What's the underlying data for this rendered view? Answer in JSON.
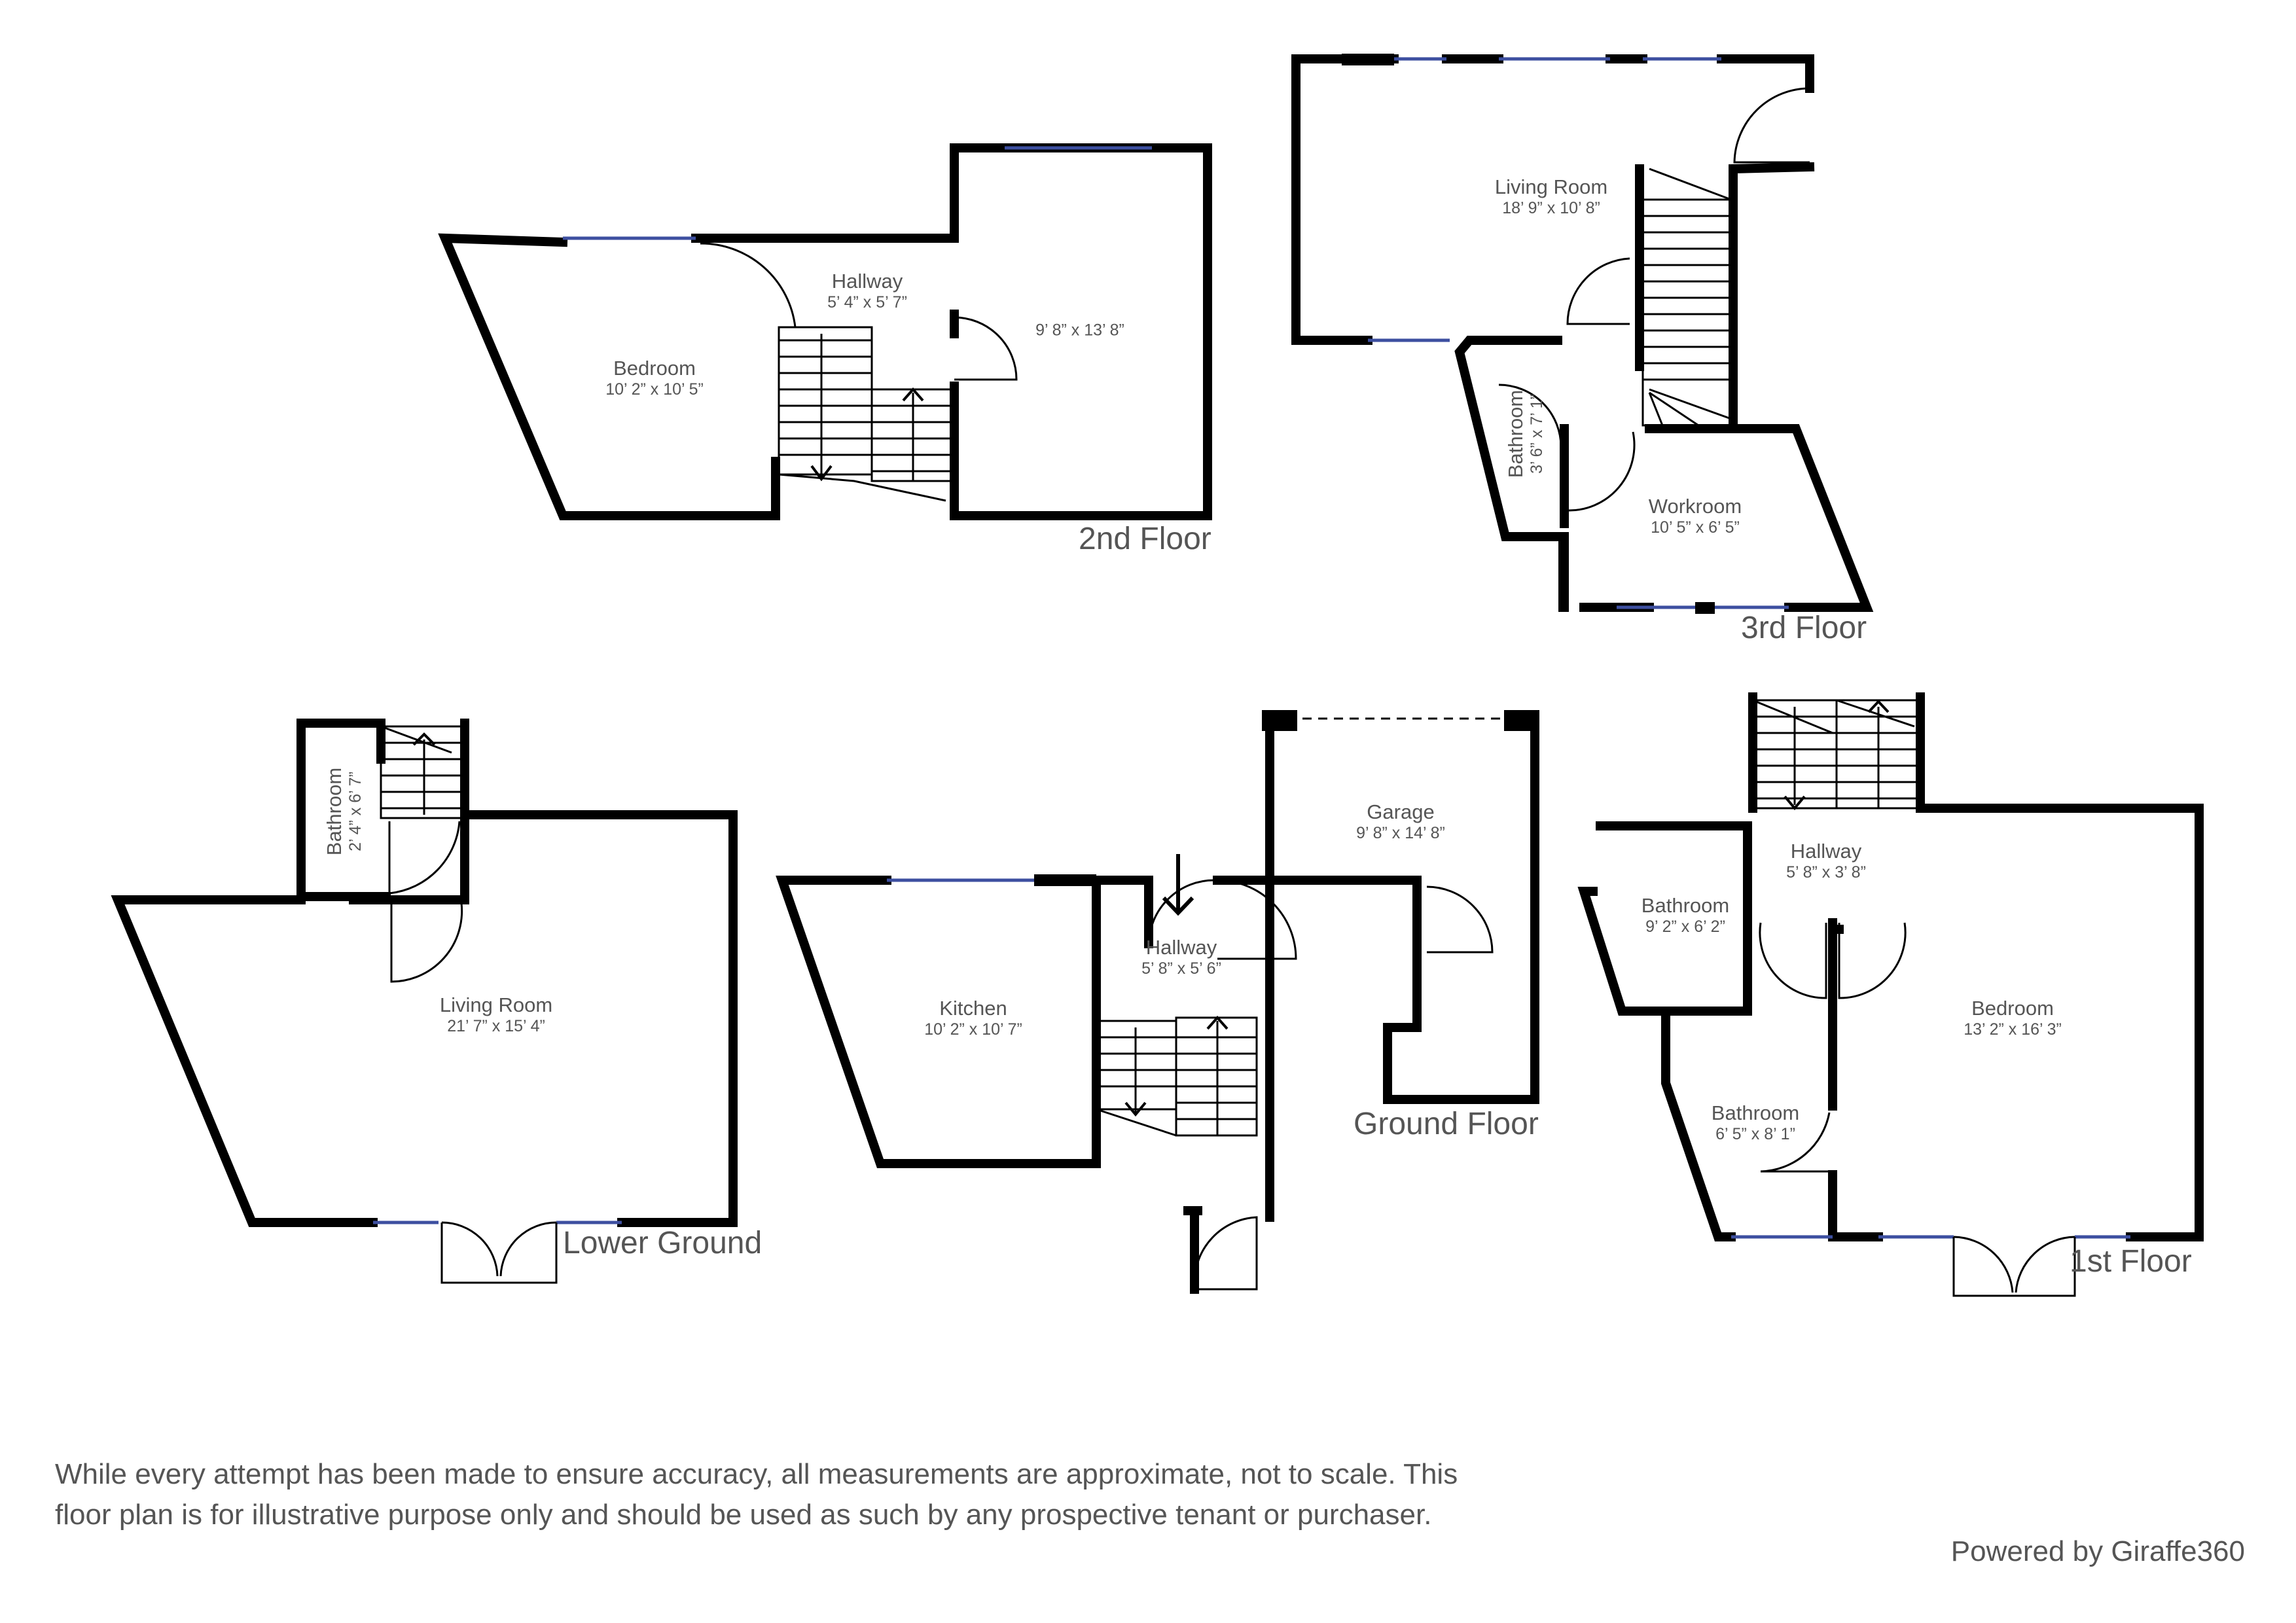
{
  "floors": {
    "second": {
      "label": "2nd Floor",
      "rooms": [
        {
          "name": "Bedroom",
          "dims": "10’ 2” x 10’ 5”"
        },
        {
          "name": "Hallway",
          "dims": "5’ 4” x 5’ 7”"
        },
        {
          "name": "",
          "dims": "9’ 8” x 13’ 8”"
        }
      ]
    },
    "third": {
      "label": "3rd Floor",
      "rooms": [
        {
          "name": "Living Room",
          "dims": "18’ 9” x 10’ 8”"
        },
        {
          "name": "Bathroom",
          "dims": "3’ 6” x 7’ 1”"
        },
        {
          "name": "Workroom",
          "dims": "10’ 5” x 6’ 5”"
        }
      ]
    },
    "lower_ground": {
      "label": "Lower Ground",
      "rooms": [
        {
          "name": "Bathroom",
          "dims": "2’ 4” x 6’ 7”"
        },
        {
          "name": "Living Room",
          "dims": "21’ 7” x 15’ 4”"
        }
      ]
    },
    "ground": {
      "label": "Ground Floor",
      "rooms": [
        {
          "name": "Garage",
          "dims": "9’ 8” x 14’ 8”"
        },
        {
          "name": "Hallway",
          "dims": "5’ 8” x 5’ 6”"
        },
        {
          "name": "Kitchen",
          "dims": "10’ 2” x 10’ 7”"
        }
      ]
    },
    "first": {
      "label": "1st Floor",
      "rooms": [
        {
          "name": "Hallway",
          "dims": "5’ 8” x 3’ 8”"
        },
        {
          "name": "Bathroom",
          "dims": "9’ 2” x 6’ 2”"
        },
        {
          "name": "Bedroom",
          "dims": "13’ 2” x 16’ 3”"
        },
        {
          "name": "Bathroom",
          "dims": "6’ 5” x 8’ 1”"
        }
      ]
    }
  },
  "disclaimer": "While every attempt has been made to ensure accuracy, all measurements are approximate, not to scale. This floor plan is for illustrative purpose only and should be used as such by any prospective tenant or purchaser.",
  "credit": "Powered by Giraffe360",
  "colors": {
    "wall": "#000000",
    "window": "#3d4fa0",
    "thin": "#000000",
    "text": "#555555"
  }
}
